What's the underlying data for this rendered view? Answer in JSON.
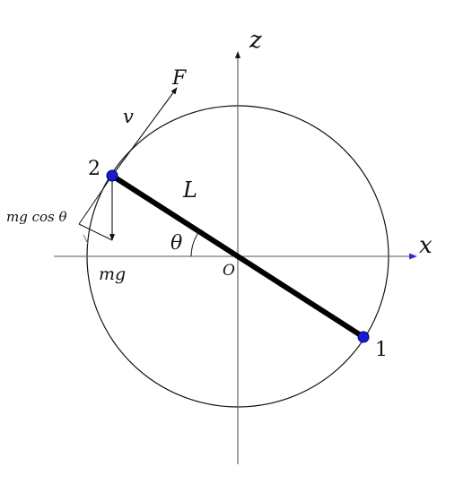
{
  "colors": {
    "ink": "#111111",
    "axis": "#555555",
    "mass_fill": "#1a1ad6",
    "mass_stroke": "#000066",
    "x_arrow": "#2b2bd6"
  },
  "labels": {
    "axis_z": "z",
    "axis_x": "x",
    "origin": "O",
    "rod_length": "L",
    "angle": "θ",
    "velocity": "v",
    "force": "F",
    "weight": "mg",
    "weight_component": "mg cos θ",
    "mass_top": "2",
    "mass_bottom": "1"
  }
}
